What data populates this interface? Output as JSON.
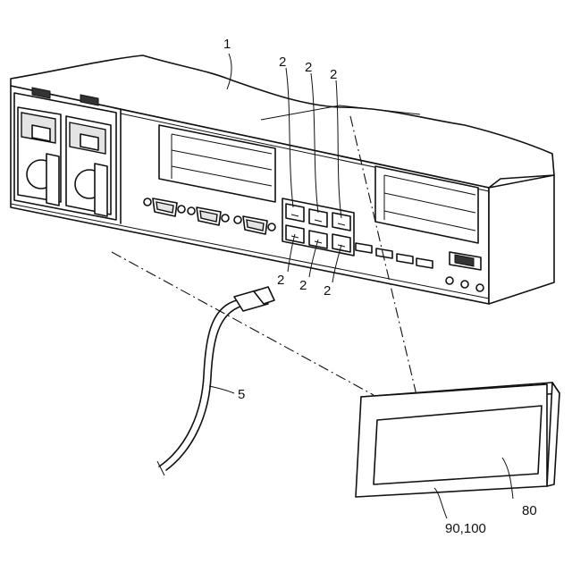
{
  "labels": {
    "server": "1",
    "port_top_1": "2",
    "port_top_2": "2",
    "port_top_3": "2",
    "port_bottom_1": "2",
    "port_bottom_2": "2",
    "port_bottom_3": "2",
    "cable": "5",
    "display_screen": "80",
    "display_frame": "90,100"
  }
}
